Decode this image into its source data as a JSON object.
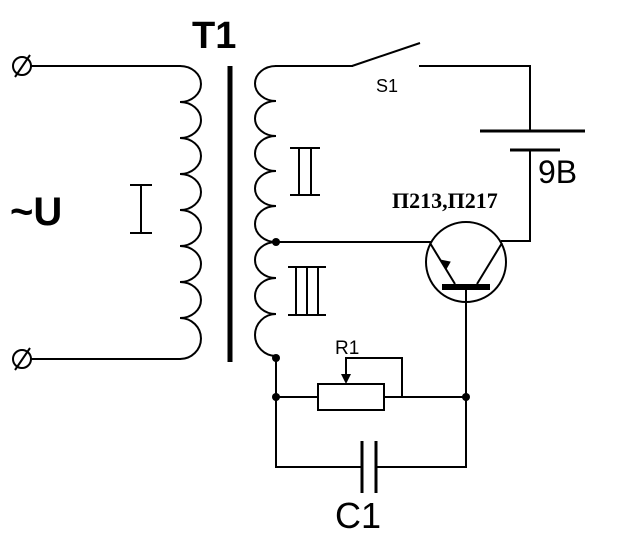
{
  "labels": {
    "transformer": "T1",
    "input_voltage": "~U",
    "switch": "S1",
    "battery": "9В",
    "transistor": "П213,П217",
    "resistor": "R1",
    "capacitor": "C1",
    "winding_1": "I",
    "winding_2": "II",
    "winding_3": "III"
  }
}
